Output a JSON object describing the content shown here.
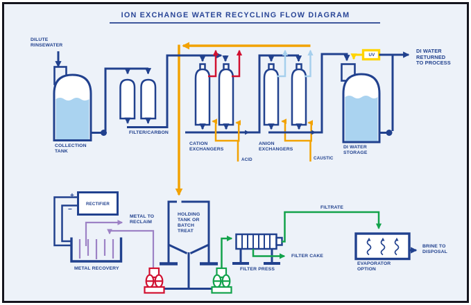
{
  "title": "ION EXCHANGE WATER RECYCLING FLOW DIAGRAM",
  "labels": {
    "dilute_rinsewater": "DILUTE\nRINSEWATER",
    "collection_tank": "COLLECTION\nTANK",
    "filter_carbon": "FILTER/CARBON",
    "cation_exchangers": "CATION\nEXCHANGERS",
    "acid": "ACID",
    "anion_exchangers": "ANION\nEXCHANGERS",
    "caustic": "CAUSTIC",
    "di_water_storage": "DI WATER\nSTORAGE",
    "uv": "UV",
    "di_water_returned": "DI WATER\nRETURNED\nTO PROCESS",
    "rectifier": "RECTIFIER",
    "plus": "+",
    "minus": "−",
    "metal_recovery": "METAL RECOVERY",
    "metal_to_reclaim": "METAL TO\nRECLAIM",
    "holding_tank": "HOLDING\nTANK OR\nBATCH\nTREAT",
    "filter_press": "FILTER PRESS",
    "filtrate": "FILTRATE",
    "filter_cake": "FILTER CAKE",
    "evaporator_option": "EVAPORATOR\nOPTION",
    "brine_to_disposal": "BRINE TO\nDISPOSAL"
  },
  "colors": {
    "line_navy": "#21418e",
    "process_water_fill": "#aad3f0",
    "acid_regen_red": "#d11030",
    "caustic_regen_light_blue": "#a6cfed",
    "chemical_feed_orange": "#f2a202",
    "treatment_green": "#12a24b",
    "metal_purple": "#9d82c5",
    "uv_yellow": "#ffd400",
    "background": "#edf2f9"
  }
}
